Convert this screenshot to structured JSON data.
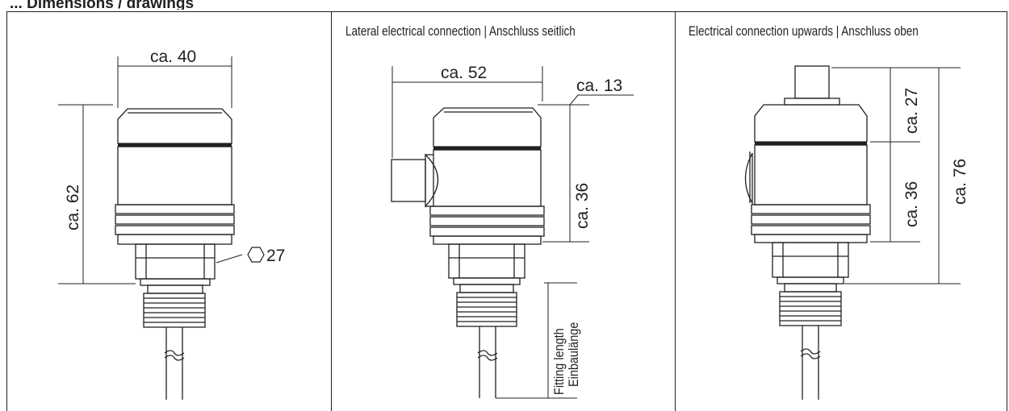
{
  "heading": "... Dimensions / drawings",
  "panels": {
    "left": {
      "title": "",
      "width_label": "ca. 40",
      "height_label": "ca. 62",
      "hex_label": "27"
    },
    "middle": {
      "title": "Lateral electrical connection | Anschluss seitlich",
      "width_label": "ca. 52",
      "offset_label": "ca. 13",
      "height_label": "ca. 36",
      "fitting_label_en": "Fitting length",
      "fitting_label_de": "Einbaulänge"
    },
    "right": {
      "title": "Electrical connection upwards | Anschluss oben",
      "top_label": "ca. 27",
      "height_label": "ca. 36",
      "total_label": "ca. 76"
    }
  },
  "colors": {
    "line": "#231f20",
    "background": "#ffffff"
  }
}
